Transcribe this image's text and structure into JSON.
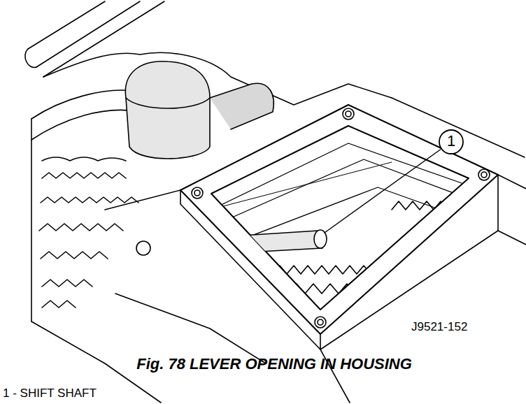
{
  "diagram": {
    "caption": "Fig. 78 LEVER OPENING IN HOUSING",
    "labels": [
      "1",
      "J9521-152",
      "1 - SHIFT SHAFT"
    ]
  }
}
